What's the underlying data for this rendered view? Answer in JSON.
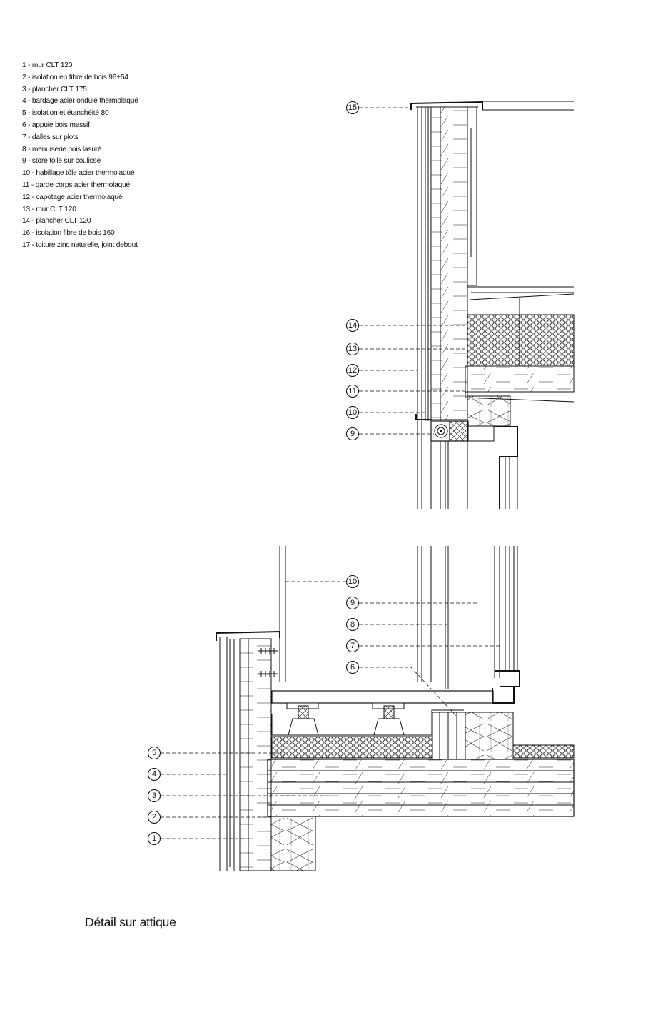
{
  "legend": [
    "1 - mur CLT 120",
    "2 - isolation en fibre de bois 96+54",
    "3 - plancher CLT 175",
    "4 - bardage acier ondulé thermolaqué",
    "5 - isolation et étanchéité 80",
    "6 - appuie bois massif",
    "7 - dalles sur plots",
    "8 - menuiserie bois lasuré",
    "9 - store toile sur coulisse",
    "10 - habillage tôle acier thermolaqué",
    "11 - garde corps acier thermolaqué",
    "12 - capotage acier thermolaqué",
    "13 - mur CLT 120",
    "14 - plancher CLT 120",
    "16 - isolation fibre de bois 160",
    "17 - toiture zinc naturelle, joint debout"
  ],
  "caption": "Détail sur attique",
  "callouts_top": [
    "15",
    "14",
    "13",
    "12",
    "11",
    "10",
    "9"
  ],
  "callouts_bottom": [
    "10",
    "9",
    "8",
    "7",
    "6",
    "5",
    "4",
    "3",
    "2",
    "1"
  ]
}
